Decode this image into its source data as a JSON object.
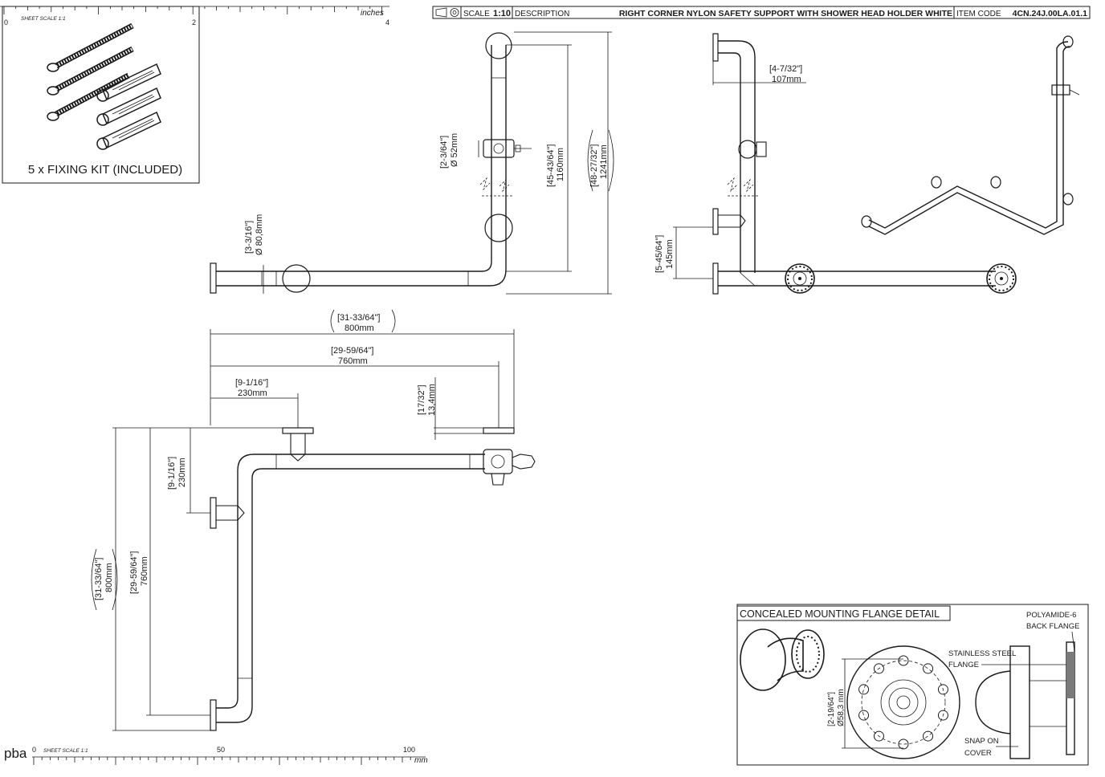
{
  "title_block": {
    "scale_label": "SCALE",
    "scale_value": "1:10",
    "description_label": "DESCRIPTION",
    "description": "RIGHT CORNER NYLON SAFETY SUPPORT WITH SHOWER HEAD HOLDER WHITE",
    "item_code_label": "ITEM CODE",
    "item_code": "4CN.24J.00LA.01.1"
  },
  "ruler_top": {
    "unit": "inches",
    "sheet_scale": "SHEET SCALE 1:1",
    "ticks": [
      "0",
      "2",
      "4"
    ]
  },
  "ruler_bottom": {
    "unit": "mm",
    "sheet_scale": "SHEET SCALE 1:1",
    "ticks": [
      "0",
      "50",
      "100"
    ]
  },
  "logo": "pba",
  "fixing_kit": {
    "caption": "5 x FIXING KIT (INCLUDED)"
  },
  "front_view": {
    "dims": [
      {
        "in": "[45-43/64\"]",
        "mm": "1160mm"
      },
      {
        "in": "[48-27/32\"]",
        "mm": "1241mm"
      },
      {
        "in": "[2-3/64\"]",
        "mm": "Ø 52mm"
      },
      {
        "in": "[3-3/16\"]",
        "mm": "Ø 80,8mm"
      }
    ]
  },
  "side_view": {
    "dims": [
      {
        "in": "[4-7/32\"]",
        "mm": "107mm"
      },
      {
        "in": "[5-45/64\"]",
        "mm": "145mm"
      }
    ]
  },
  "top_view": {
    "dims": [
      {
        "in": "[31-33/64\"]",
        "mm": "800mm"
      },
      {
        "in": "[29-59/64\"]",
        "mm": "760mm"
      },
      {
        "in": "[9-1/16\"]",
        "mm": "230mm"
      },
      {
        "in": "[17/32\"]",
        "mm": "13,4mm"
      },
      {
        "in": "[9-1/16\"]",
        "mm": "230mm"
      },
      {
        "in": "[29-59/64\"]",
        "mm": "760mm"
      },
      {
        "in": "[31-33/64\"]",
        "mm": "800mm"
      }
    ]
  },
  "flange_detail": {
    "title": "CONCEALED MOUNTING FLANGE DETAIL",
    "dim": {
      "in": "[2-19/64\"]",
      "mm": "Ø58,3 mm"
    },
    "labels": {
      "polyamide_1": "POLYAMIDE-6",
      "polyamide_2": "BACK FLANGE",
      "steel_1": "STAINLESS STEEL",
      "steel_2": "FLANGE",
      "snap_1": "SNAP ON",
      "snap_2": "COVER"
    }
  }
}
